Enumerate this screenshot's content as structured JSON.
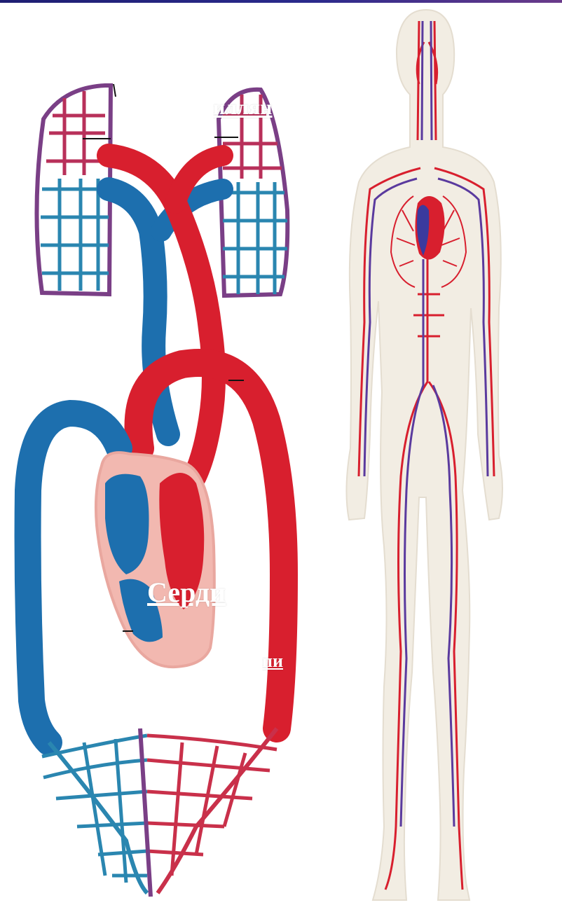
{
  "labels": {
    "capillaries_top": "иллян",
    "heart": "Серди",
    "capillaries_bottom": "пи"
  },
  "colors": {
    "arterial": "#d81f2e",
    "venous": "#1d6fae",
    "mixed": "#7a3f86",
    "heart_bg": "#f2b8b0",
    "body_skin": "#f2ede3",
    "top_bar": "#2a2a8c"
  }
}
